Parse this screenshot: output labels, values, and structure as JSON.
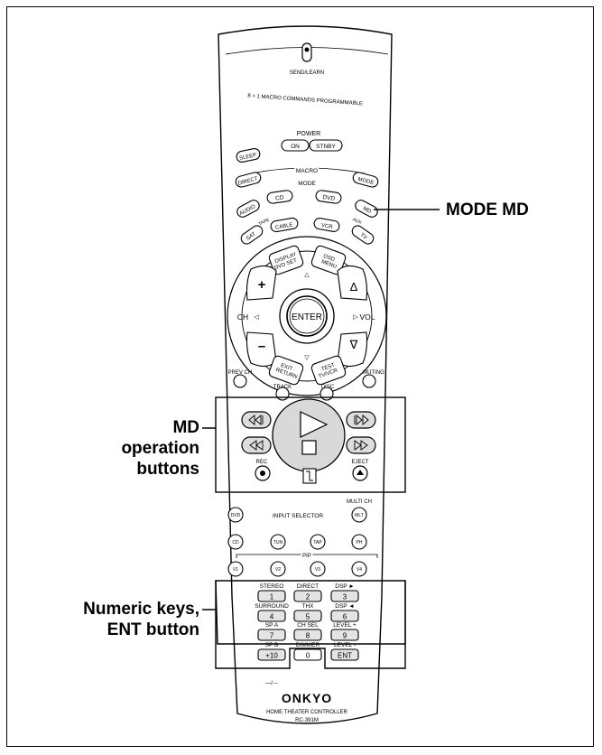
{
  "remote": {
    "send_learn": "SEND/LEARN",
    "macro_programmable": "8 + 1 MACRO COMMANDS PROGRAMMABLE",
    "power": "POWER",
    "on": "ON",
    "stnby": "STNBY",
    "sleep": "SLEEP",
    "macro": "MACRO",
    "direct": "DIRECT",
    "mode_small": "MODE",
    "mode_btn": "MODE",
    "audio": "AUDIO",
    "tape": "TAPE",
    "cd": "CD",
    "dvd": "DVD",
    "md": "MD",
    "aux": "AUX",
    "sat": "SAT",
    "cable": "CABLE",
    "vcr": "VCR",
    "tv": "TV",
    "display_1": "DISPLAY",
    "display_2": "DVD SET",
    "osd_1": "OSD",
    "osd_2": "MENU",
    "plus": "+",
    "minus": "–",
    "ch": "CH",
    "vol": "VOL",
    "enter": "ENTER",
    "exit_1": "EXIT",
    "exit_2": "RETURN",
    "test_1": "TEST",
    "test_2": "TV/VCR",
    "prev_ch": "PREV CH",
    "muting": "MUTING",
    "track": "TRACK",
    "disc": "DISC",
    "rec": "REC",
    "eject": "EJECT",
    "input_selector": "INPUT SELECTOR",
    "multi_ch": "MULTI CH",
    "inputs_row1": [
      "DVD",
      "MLT"
    ],
    "inputs_row2": [
      "CD",
      "TUN",
      "TAP",
      "PH"
    ],
    "pip": "PIP",
    "inputs_row3": [
      "V1",
      "V2",
      "V3",
      "V4"
    ],
    "keys": [
      {
        "label": "STEREO",
        "key": "1"
      },
      {
        "label": "DIRECT",
        "key": "2"
      },
      {
        "label": "DSP ►",
        "key": "3"
      },
      {
        "label": "SURROUND",
        "key": "4"
      },
      {
        "label": "THX",
        "key": "5"
      },
      {
        "label": "DSP ◄",
        "key": "6"
      },
      {
        "label": "SP A",
        "key": "7"
      },
      {
        "label": "CH SEL",
        "key": "8"
      },
      {
        "label": "LEVEL +",
        "key": "9"
      },
      {
        "label": "SP B",
        "key": "+10"
      },
      {
        "label": "DIMMER",
        "key": "0"
      },
      {
        "label": "LEVEL -",
        "key": "ENT"
      }
    ],
    "dash": "—/---",
    "brand": "ONKYO",
    "subtitle": "HOME THEATER CONTROLLER",
    "model": "RC-391M"
  },
  "callouts": {
    "mode_md": "MODE MD",
    "md_ops_1": "MD",
    "md_ops_2": "operation",
    "md_ops_3": "buttons",
    "numeric_1": "Numeric keys,",
    "numeric_2": "ENT button"
  }
}
